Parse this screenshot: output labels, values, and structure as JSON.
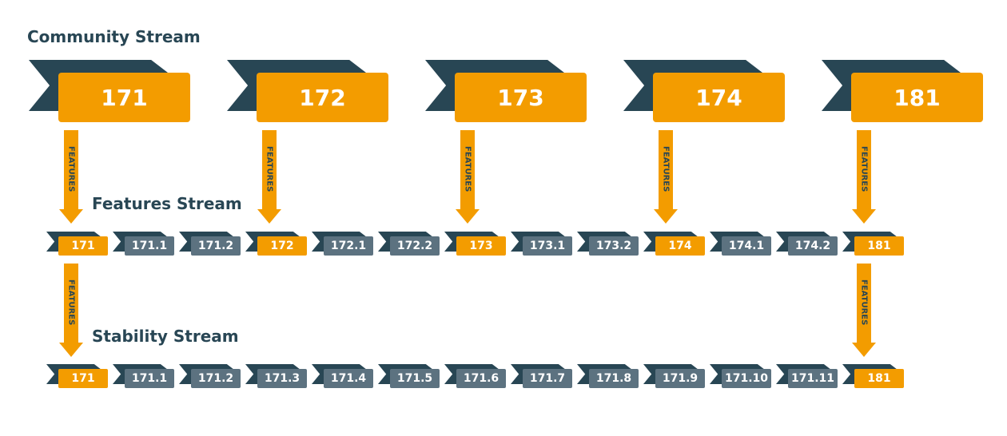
{
  "headings": {
    "community": "Community Stream",
    "features": "Features Stream",
    "stability": "Stability Stream"
  },
  "arrow_label": "FEATURES",
  "colors": {
    "orange": "#F39C00",
    "dark": "#284654",
    "gray": "#5C7280"
  },
  "community_stream": [
    "171",
    "172",
    "173",
    "174",
    "181"
  ],
  "features_stream": [
    {
      "label": "171",
      "major": true
    },
    {
      "label": "171.1",
      "major": false
    },
    {
      "label": "171.2",
      "major": false
    },
    {
      "label": "172",
      "major": true
    },
    {
      "label": "172.1",
      "major": false
    },
    {
      "label": "172.2",
      "major": false
    },
    {
      "label": "173",
      "major": true
    },
    {
      "label": "173.1",
      "major": false
    },
    {
      "label": "173.2",
      "major": false
    },
    {
      "label": "174",
      "major": true
    },
    {
      "label": "174.1",
      "major": false
    },
    {
      "label": "174.2",
      "major": false
    },
    {
      "label": "181",
      "major": true
    }
  ],
  "stability_stream": [
    {
      "label": "171",
      "major": true
    },
    {
      "label": "171.1",
      "major": false
    },
    {
      "label": "171.2",
      "major": false
    },
    {
      "label": "171.3",
      "major": false
    },
    {
      "label": "171.4",
      "major": false
    },
    {
      "label": "171.5",
      "major": false
    },
    {
      "label": "171.6",
      "major": false
    },
    {
      "label": "171.7",
      "major": false
    },
    {
      "label": "171.8",
      "major": false
    },
    {
      "label": "171.9",
      "major": false
    },
    {
      "label": "171.10",
      "major": false
    },
    {
      "label": "171.11",
      "major": false
    },
    {
      "label": "181",
      "major": true
    }
  ]
}
